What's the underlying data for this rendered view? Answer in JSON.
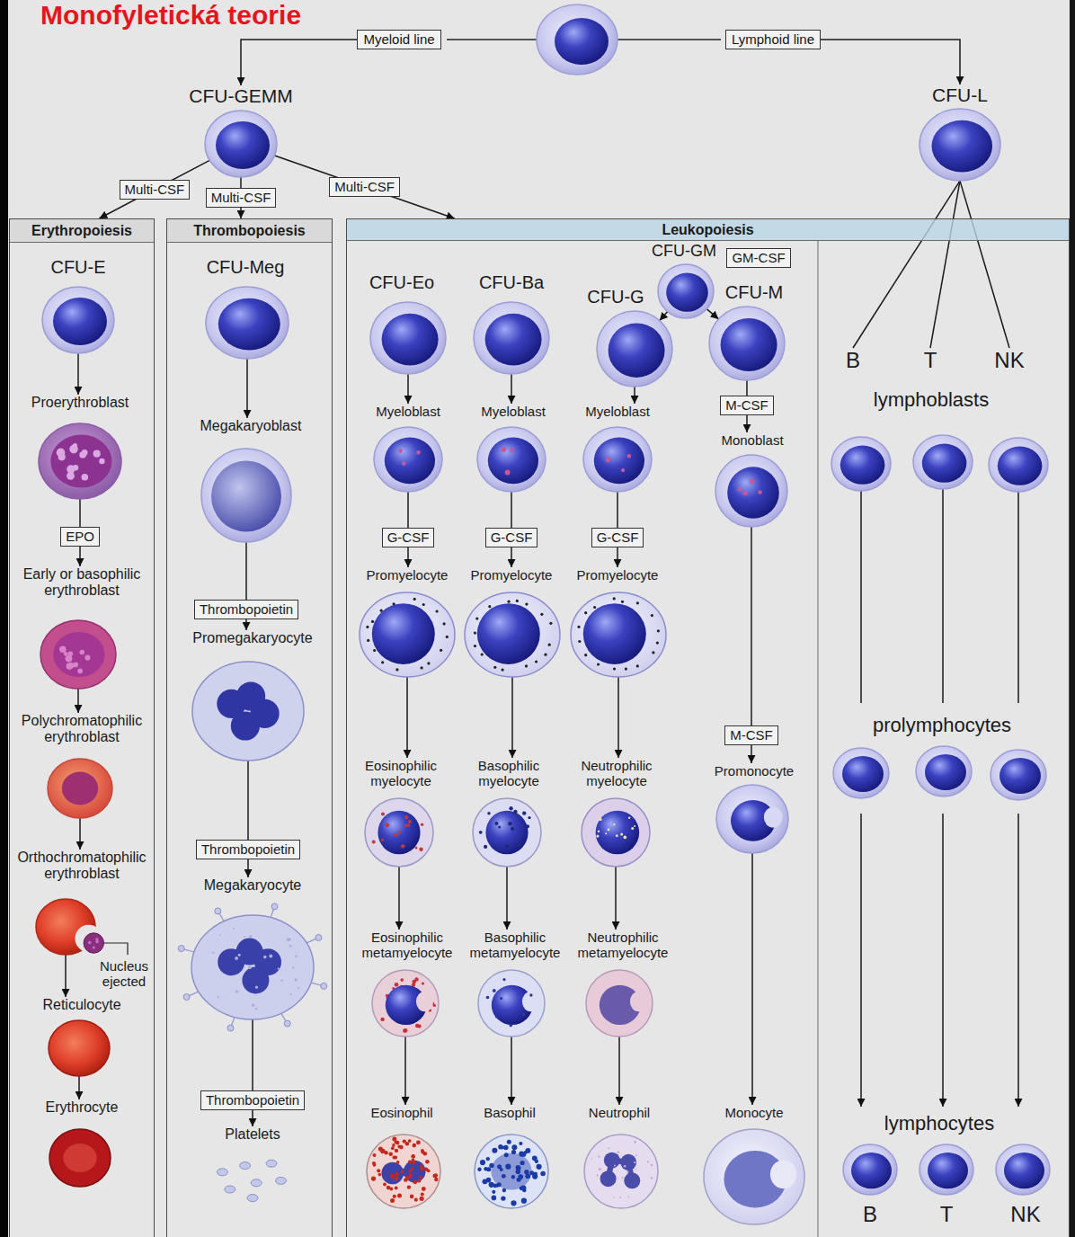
{
  "diagram": {
    "title": "Monofyletická teorie",
    "nodes": [
      {
        "text": [
          "Myeloid line"
        ]
      },
      {
        "text": [
          "Lymphoid line"
        ]
      },
      {
        "text": [
          "CFU-GEMM"
        ]
      },
      {
        "text": [
          "CFU-L"
        ]
      },
      {
        "text": [
          "Erythropoiesis"
        ]
      },
      {
        "text": [
          "Thrombopoiesis"
        ]
      },
      {
        "text": [
          "Leukopoiesis"
        ]
      },
      {
        "text": [
          "CFU-E"
        ],
        "in": 4
      },
      {
        "text": [
          "Proerythroblast"
        ],
        "in": 4
      },
      {
        "text": [
          "Early or basophilic erythroblast"
        ],
        "in": 4
      },
      {
        "text": [
          "Polychromatophilic erythroblast"
        ],
        "in": 4
      },
      {
        "text": [
          "Orthochromatophilic erythroblast"
        ],
        "in": 4
      },
      {
        "text": [
          "Reticulocyte"
        ],
        "in": 4
      },
      {
        "text": [
          "Erythrocyte"
        ],
        "in": 4
      },
      {
        "text": [
          "CFU-Meg"
        ],
        "in": 5
      },
      {
        "text": [
          "Megakaryoblast"
        ],
        "in": 5
      },
      {
        "text": [
          "Promegakaryocyte"
        ],
        "in": 5
      },
      {
        "text": [
          "Megakaryocyte"
        ],
        "in": 5
      },
      {
        "text": [
          "Platelets"
        ],
        "in": 5
      },
      {
        "text": [
          "CFU-GM"
        ],
        "in": 6
      },
      {
        "text": [
          "CFU-Eo"
        ],
        "in": 6
      },
      {
        "text": [
          "CFU-Ba"
        ],
        "in": 6
      },
      {
        "text": [
          "CFU-G"
        ],
        "in": 6
      },
      {
        "text": [
          "CFU-M"
        ],
        "in": 6
      },
      {
        "text": [
          "Myeloblast"
        ],
        "in": 6
      },
      {
        "text": [
          "Myeloblast"
        ],
        "in": 6
      },
      {
        "text": [
          "Myeloblast"
        ],
        "in": 6
      },
      {
        "text": [
          "Monoblast"
        ],
        "in": 6
      },
      {
        "text": [
          "Promyelocyte"
        ],
        "in": 6
      },
      {
        "text": [
          "Promyelocyte"
        ],
        "in": 6
      },
      {
        "text": [
          "Promyelocyte"
        ],
        "in": 6
      },
      {
        "text": [
          "Promonocyte"
        ],
        "in": 6
      },
      {
        "text": [
          "Eosinophilic myelocyte"
        ],
        "in": 6
      },
      {
        "text": [
          "Basophilic myelocyte"
        ],
        "in": 6
      },
      {
        "text": [
          "Neutrophilic myelocyte"
        ],
        "in": 6
      },
      {
        "text": [
          "Eosinophilic metamyelocyte"
        ],
        "in": 6
      },
      {
        "text": [
          "Basophilic metamyelocyte"
        ],
        "in": 6
      },
      {
        "text": [
          "Neutrophilic metamyelocyte"
        ],
        "in": 6
      },
      {
        "text": [
          "Eosinophil"
        ],
        "in": 6
      },
      {
        "text": [
          "Basophil"
        ],
        "in": 6
      },
      {
        "text": [
          "Neutrophil"
        ],
        "in": 6
      },
      {
        "text": [
          "Monocyte"
        ],
        "in": 6
      },
      {
        "text": [
          "B"
        ],
        "in": 6
      },
      {
        "text": [
          "T"
        ],
        "in": 6
      },
      {
        "text": [
          "NK"
        ],
        "in": 6
      },
      {
        "text": [
          "B"
        ],
        "in": 6
      },
      {
        "text": [
          "T"
        ],
        "in": 6
      },
      {
        "text": [
          "NK"
        ],
        "in": 6
      }
    ],
    "edges": [
      {
        "from": 0,
        "to": 2,
        "arrow": "to"
      },
      {
        "from": 1,
        "to": 3,
        "arrow": "to"
      },
      {
        "from": 2,
        "to": 4,
        "label": "Multi-CSF",
        "arrow": "to"
      },
      {
        "from": 2,
        "to": 5,
        "label": "Multi-CSF",
        "arrow": "to"
      },
      {
        "from": 2,
        "to": 6,
        "label": "Multi-CSF",
        "arrow": "to"
      },
      {
        "from": 3,
        "to": 42,
        "arrow": "none"
      },
      {
        "from": 3,
        "to": 43,
        "arrow": "none"
      },
      {
        "from": 3,
        "to": 44,
        "arrow": "none"
      },
      {
        "from": 7,
        "to": 8,
        "arrow": "to"
      },
      {
        "from": 8,
        "to": 9,
        "label": "EPO",
        "arrow": "to"
      },
      {
        "from": 9,
        "to": 10,
        "arrow": "to"
      },
      {
        "from": 10,
        "to": 11,
        "arrow": "to"
      },
      {
        "from": 11,
        "to": 12,
        "arrow": "to"
      },
      {
        "from": 12,
        "to": 13,
        "arrow": "to"
      },
      {
        "from": 14,
        "to": 15,
        "arrow": "to"
      },
      {
        "from": 15,
        "to": 16,
        "label": "Thrombopoietin",
        "arrow": "to"
      },
      {
        "from": 16,
        "to": 17,
        "label": "Thrombopoietin",
        "arrow": "to"
      },
      {
        "from": 17,
        "to": 18,
        "label": "Thrombopoietin",
        "arrow": "to"
      },
      {
        "from": 19,
        "to": 22,
        "arrow": "to"
      },
      {
        "from": 19,
        "to": 23,
        "arrow": "to"
      },
      {
        "from": 20,
        "to": 24,
        "arrow": "to"
      },
      {
        "from": 21,
        "to": 25,
        "arrow": "to"
      },
      {
        "from": 22,
        "to": 26,
        "arrow": "to"
      },
      {
        "from": 23,
        "to": 27,
        "label": "M-CSF",
        "arrow": "to"
      },
      {
        "from": 24,
        "to": 28,
        "label": "G-CSF",
        "arrow": "to"
      },
      {
        "from": 25,
        "to": 29,
        "label": "G-CSF",
        "arrow": "to"
      },
      {
        "from": 26,
        "to": 30,
        "label": "G-CSF",
        "arrow": "to"
      },
      {
        "from": 27,
        "to": 31,
        "label": "M-CSF",
        "arrow": "to"
      },
      {
        "from": 28,
        "to": 32,
        "arrow": "to"
      },
      {
        "from": 29,
        "to": 33,
        "arrow": "to"
      },
      {
        "from": 30,
        "to": 34,
        "arrow": "to"
      },
      {
        "from": 31,
        "to": 41,
        "arrow": "to"
      },
      {
        "from": 32,
        "to": 35,
        "arrow": "to"
      },
      {
        "from": 33,
        "to": 36,
        "arrow": "to"
      },
      {
        "from": 34,
        "to": 37,
        "arrow": "to"
      },
      {
        "from": 35,
        "to": 38,
        "arrow": "to"
      },
      {
        "from": 36,
        "to": 39,
        "arrow": "to"
      },
      {
        "from": 37,
        "to": 40,
        "arrow": "to"
      },
      {
        "from": 42,
        "to": 45,
        "arrow": "to"
      },
      {
        "from": 43,
        "to": 46,
        "arrow": "to"
      },
      {
        "from": 44,
        "to": 47,
        "arrow": "to"
      }
    ],
    "labels": [
      "Nucleus ejected",
      "GM-CSF",
      "lymphoblasts",
      "prolymphocytes",
      "lymphocytes"
    ]
  }
}
